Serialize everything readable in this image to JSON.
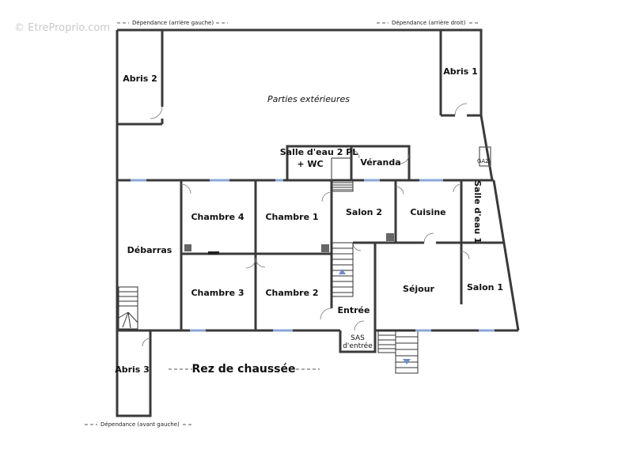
{
  "watermark": "© EtreProprio.com",
  "title": "Rez de chaussée",
  "annexes": {
    "rear_left": "Dépendance (arrière gauche)",
    "rear_right": "Dépendance (arrière droit)",
    "front_left": "Dépendance (avant gauche)"
  },
  "rooms": {
    "abris1": "Abris 1",
    "abris2": "Abris 2",
    "abris3": "Abris 3",
    "exterieur": "Parties extérieures",
    "sde2_line1": "Salle d'eau 2 PL",
    "sde2_line2": "+ WC",
    "veranda": "Véranda",
    "gaz": "GAZ",
    "chambre1": "Chambre 1",
    "chambre2": "Chambre 2",
    "chambre3": "Chambre 3",
    "chambre4": "Chambre 4",
    "salon1": "Salon 1",
    "salon2": "Salon 2",
    "cuisine": "Cuisine",
    "sde1": "Salle d'eau 1",
    "debarras": "Débarras",
    "sejour": "Séjour",
    "entree": "Entrée",
    "sas_line1": "SAS",
    "sas_line2": "d'entrée"
  }
}
